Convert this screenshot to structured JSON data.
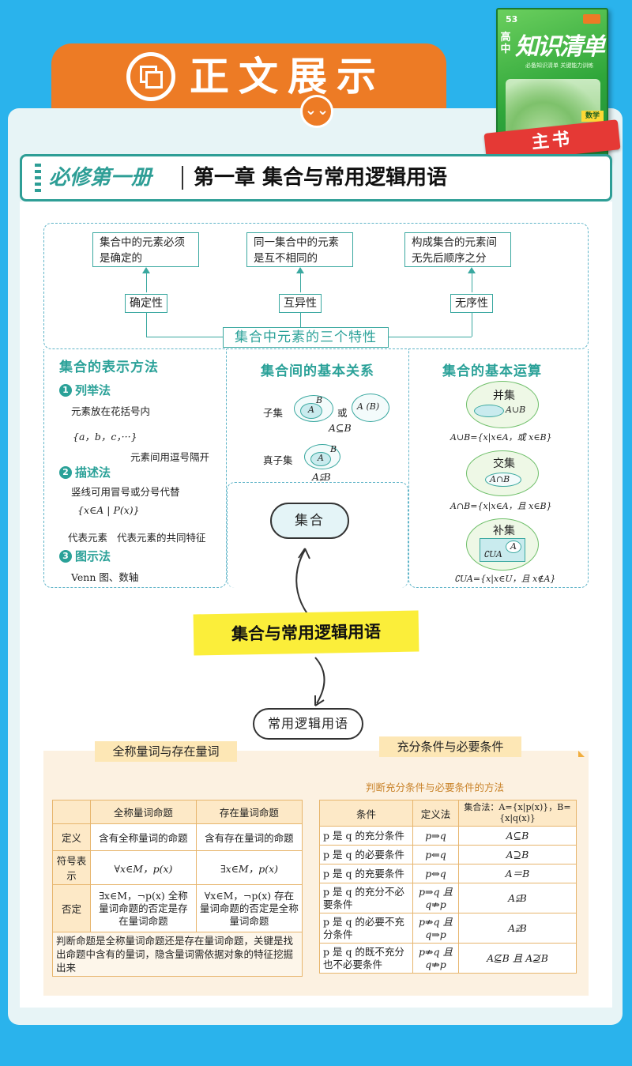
{
  "banner": {
    "title": "正文展示",
    "chevron": "⌄⌄"
  },
  "book": {
    "brand": "53",
    "level": "高中",
    "title": "知识清单",
    "subtitle": "必备知识清单 关键能力训练",
    "subject": "数学",
    "ribbon": "主书"
  },
  "chapter": {
    "book": "必修第一册",
    "name": "第一章 集合与常用逻辑用语"
  },
  "properties": {
    "center": "集合中元素的三个特性",
    "items": [
      {
        "box": "集合中的元素必须是确定的",
        "box_lines": [
          "集合中的元素必须",
          "是确定的"
        ],
        "label": "确定性"
      },
      {
        "box": "同一集合中的元素是互不相同的",
        "box_lines": [
          "同一集合中的元素",
          "是互不相同的"
        ],
        "label": "互异性"
      },
      {
        "box": "构成集合的元素间无先后顺序之分",
        "box_lines": [
          "构成集合的元素间",
          "无先后顺序之分"
        ],
        "label": "无序性"
      }
    ]
  },
  "representation": {
    "title": "集合的表示方法",
    "methods": [
      {
        "num": "1",
        "name": "列举法",
        "desc": "元素放在花括号内",
        "example": "{a，b，c，···}",
        "note": "元素间用逗号隔开"
      },
      {
        "num": "2",
        "name": "描述法",
        "desc": "竖线可用冒号或分号代替",
        "example": "{x∈A | P(x)}",
        "note_left": "代表元素",
        "note_right": "代表元素的共同特征"
      },
      {
        "num": "3",
        "name": "图示法",
        "desc": "Venn 图、数轴"
      }
    ]
  },
  "relations": {
    "title": "集合间的基本关系",
    "subset_label": "子集",
    "or": "或",
    "subset_expr": "A⊆B",
    "ab_label": "A (B)",
    "proper_label": "真子集",
    "proper_expr": "A⫋B",
    "A": "A",
    "B": "B"
  },
  "operations": {
    "title": "集合的基本运算",
    "union": {
      "name": "并集",
      "inner": "A∪B",
      "formula": "A∪B={x|x∈A，或 x∈B}"
    },
    "intersection": {
      "name": "交集",
      "inner": "A∩B",
      "formula": "A∩B={x|x∈A，且 x∈B}"
    },
    "complement": {
      "name": "补集",
      "inner": "∁UA",
      "formula": "∁UA={x|x∈U，且 x∉A}"
    }
  },
  "center_node": "集合",
  "main_topic": "集合与常用逻辑用语",
  "logic_node": "常用逻辑用语",
  "quantifier": {
    "tag": "全称量词与存在量词",
    "headers": [
      "",
      "全称量词命题",
      "存在量词命题"
    ],
    "rows": [
      {
        "label": "定义",
        "a": "含有全称量词的命题",
        "b": "含有存在量词的命题"
      },
      {
        "label": "符号表示",
        "a": "∀x∈M，p(x)",
        "b": "∃x∈M，p(x)"
      },
      {
        "label": "否定",
        "a": "∃x∈M，¬p(x) 全称量词命题的否定是存在量词命题",
        "b": "∀x∈M，¬p(x) 存在量词命题的否定是全称量词命题"
      }
    ],
    "note": "判断命题是全称量词命题还是存在量词命题，关键是找出命题中含有的量词，隐含量词需依据对象的特征挖掘出来"
  },
  "conditions": {
    "tag": "充分条件与必要条件",
    "method_title": "判断充分条件与必要条件的方法",
    "headers": [
      "条件",
      "定义法",
      "集合法：A={x|p(x)}，B={x|q(x)}"
    ],
    "rows": [
      {
        "cond": "p 是 q 的充分条件",
        "def": "p⇒q",
        "set": "A⊆B"
      },
      {
        "cond": "p 是 q 的必要条件",
        "def": "p⇐q",
        "set": "A⊇B"
      },
      {
        "cond": "p 是 q 的充要条件",
        "def": "p⇔q",
        "set": "A＝B"
      },
      {
        "cond": "p 是 q 的充分不必要条件",
        "def": "p⇒q 且 q⇏p",
        "set": "A⫋B"
      },
      {
        "cond": "p 是 q 的必要不充分条件",
        "def": "p⇏q 且 q⇒p",
        "set": "A⫌B"
      },
      {
        "cond": "p 是 q 的既不充分也不必要条件",
        "def": "p⇏q 且 q⇏p",
        "set": "A⊈B 且 A⊉B"
      }
    ]
  },
  "colors": {
    "sky": "#2ab3ec",
    "orange": "#ed7b25",
    "teal": "#2aa198",
    "peach": "#fcf1e1",
    "yellow": "#fbee3a"
  }
}
